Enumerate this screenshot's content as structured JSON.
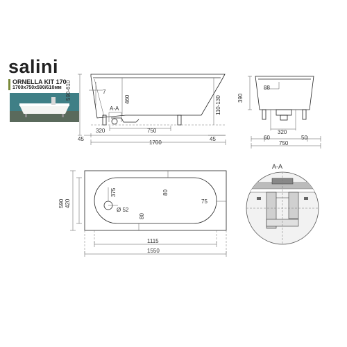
{
  "brand": {
    "logo_text": "salini",
    "model_name": "ORNELLA KIT 170",
    "model_size": "1700x750x590/610мм"
  },
  "side_view": {
    "section_label": "A-A",
    "dims": {
      "height": "590-610",
      "rim": "7",
      "depth": "460",
      "legs": "110-130",
      "drain_offset": "320",
      "inner_len": "750",
      "end_left": "45",
      "end_right": "45",
      "total_len": "1700"
    }
  },
  "end_view": {
    "dims": {
      "height": "390",
      "top": "88",
      "drain": "320",
      "left": "60",
      "width": "750",
      "right": "50"
    }
  },
  "plan_view": {
    "dims": {
      "width": "590",
      "inner_width": "420",
      "drain_pos": "375",
      "drain_dia": "Ø 52",
      "margin_side": "80",
      "margin_top": "80",
      "radius": "75",
      "inner_len": "1115",
      "outer_len": "1550"
    }
  },
  "detail": {
    "label": "A-A"
  }
}
